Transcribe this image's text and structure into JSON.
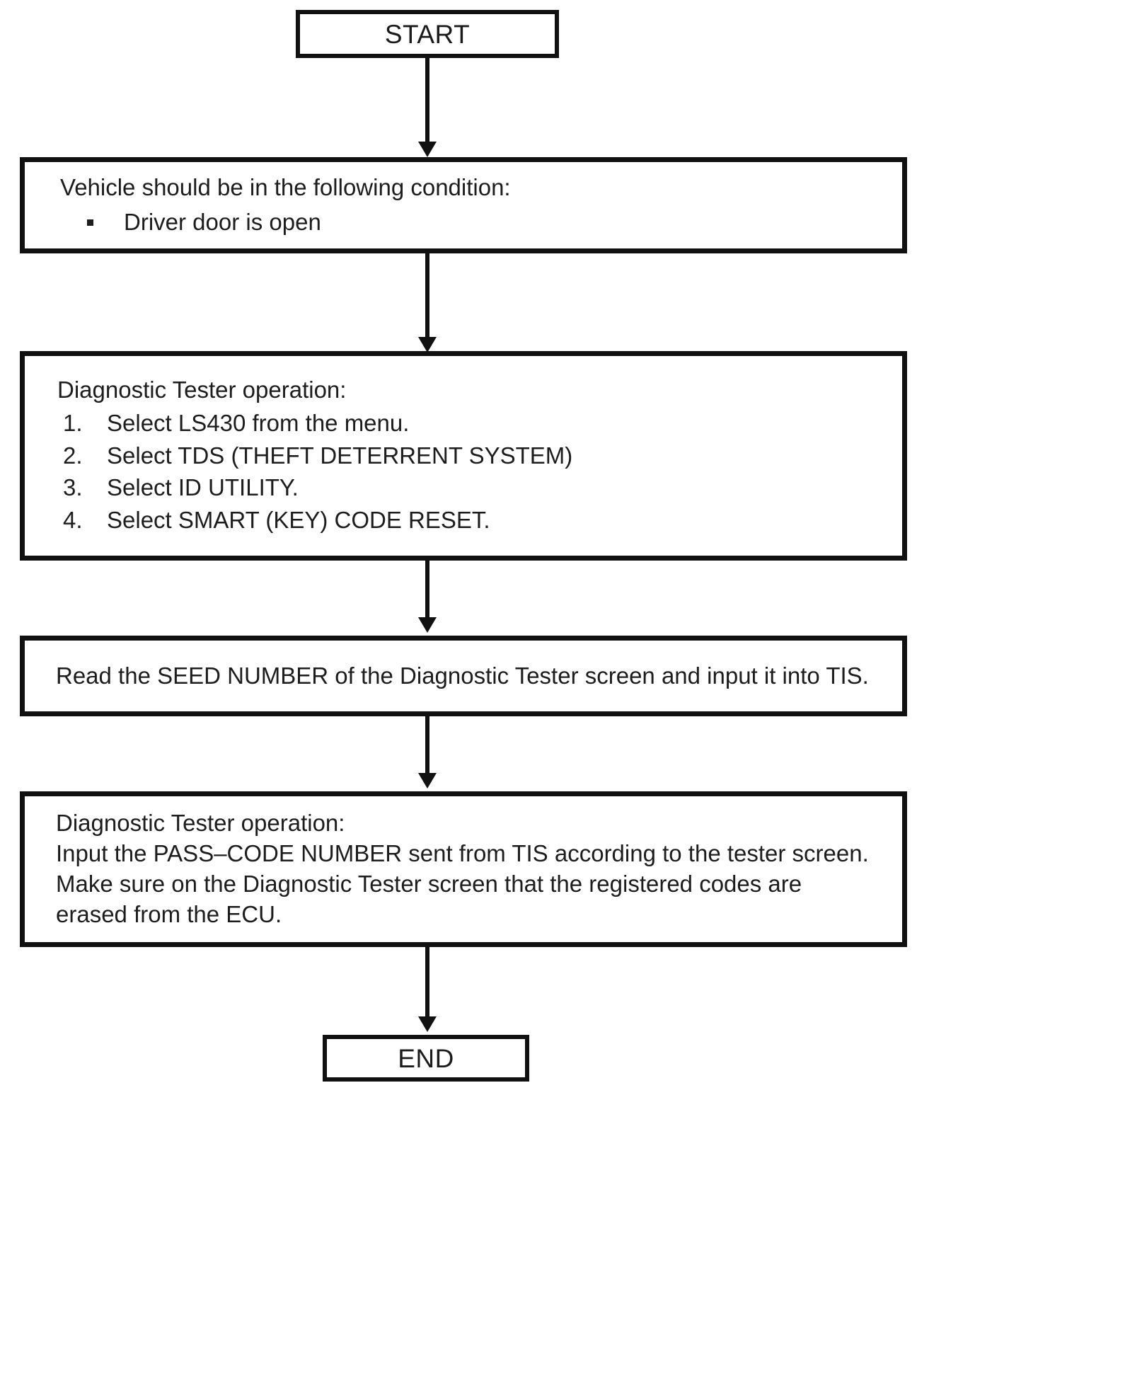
{
  "diagram": {
    "title": "Smart Key Code Reset Procedure Flowchart",
    "type": "flowchart",
    "orientation": "top-to-bottom",
    "line_color": "#111111",
    "box_fill": "#ffffff",
    "text_color": "#1d1d1d"
  },
  "nodes": {
    "start": {
      "shape": "rectangle",
      "label": "START"
    },
    "condition": {
      "shape": "rectangle",
      "lead": "Vehicle should be in the following condition:",
      "bullets": [
        "Driver door is open"
      ]
    },
    "tester_setup": {
      "shape": "rectangle",
      "lead": "Diagnostic Tester operation:",
      "steps": [
        {
          "num": "1.",
          "text": "Select LS430 from the menu."
        },
        {
          "num": "2.",
          "text": "Select TDS (THEFT DETERRENT SYSTEM)"
        },
        {
          "num": "3.",
          "text": "Select ID UTILITY."
        },
        {
          "num": "4.",
          "text": "Select SMART (KEY) CODE RESET."
        }
      ]
    },
    "seed_number": {
      "shape": "rectangle",
      "text": "Read the SEED NUMBER of the Diagnostic Tester screen and input it into TIS."
    },
    "pass_code": {
      "shape": "rectangle",
      "lead": "Diagnostic Tester operation:",
      "text": "Input the PASS–CODE NUMBER sent from TIS according to the tester screen.  Make sure on the Diagnostic Tester screen that the registered codes are erased from the ECU."
    },
    "end": {
      "shape": "rectangle",
      "label": "END"
    }
  },
  "edges": [
    {
      "from": "start",
      "to": "condition",
      "arrow": "down"
    },
    {
      "from": "condition",
      "to": "tester_setup",
      "arrow": "down"
    },
    {
      "from": "tester_setup",
      "to": "seed_number",
      "arrow": "down"
    },
    {
      "from": "seed_number",
      "to": "pass_code",
      "arrow": "down"
    },
    {
      "from": "pass_code",
      "to": "end",
      "arrow": "down"
    }
  ]
}
